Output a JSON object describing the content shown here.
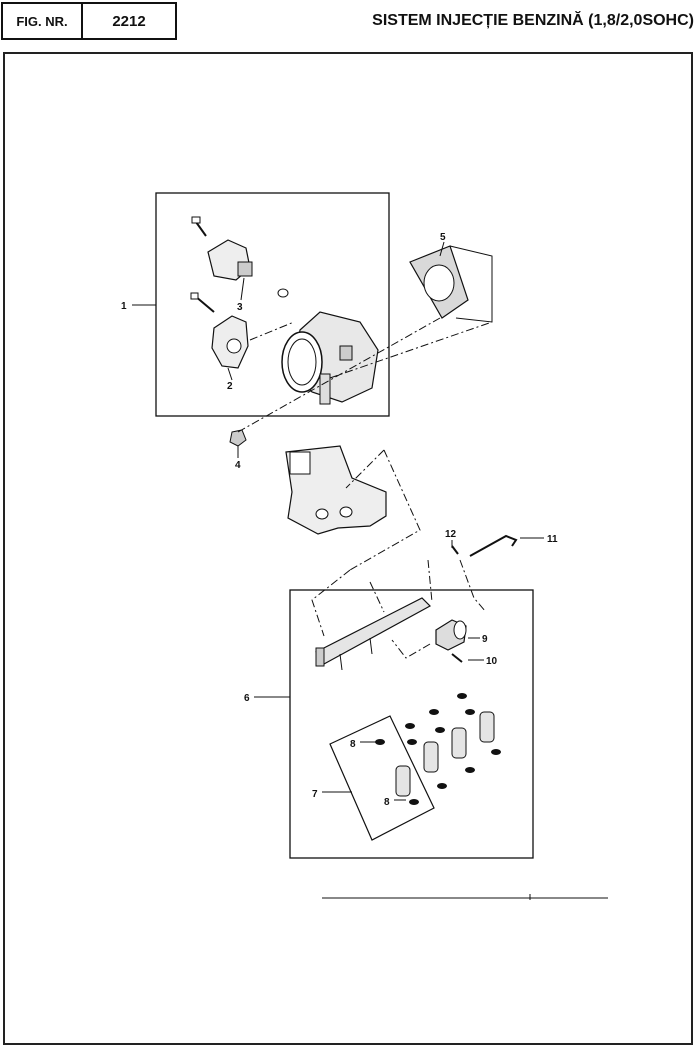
{
  "header": {
    "fig_label": "FIG. NR.",
    "fig_number": "2212",
    "title": "SISTEM INJECȚIE BENZINĂ (1,8/2,0SOHC)"
  },
  "callouts": [
    "1",
    "2",
    "3",
    "4",
    "5",
    "6",
    "7",
    "8",
    "8",
    "9",
    "10",
    "11",
    "12"
  ]
}
